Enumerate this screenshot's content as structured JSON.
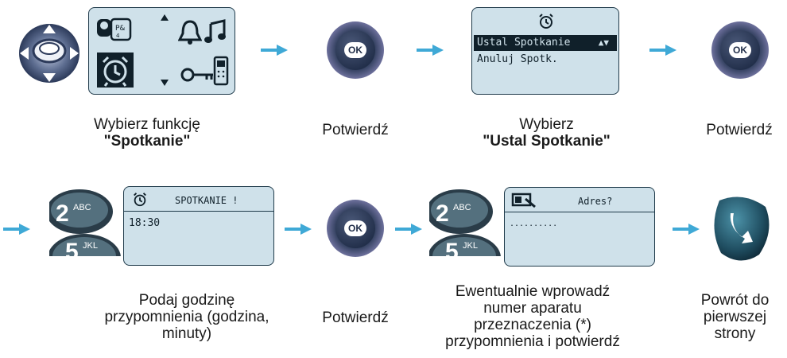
{
  "row1": {
    "menu_screen": {
      "icons": [
        "agenda-icon",
        "calendar-icon",
        "bell-icon",
        "music-icon",
        "alarm-clock-icon",
        "key-phone-icon"
      ]
    },
    "confirm_label": "OK",
    "submenu": {
      "item1": "Ustal Spotkanie",
      "item2": "Anuluj Spotk."
    },
    "captions": {
      "step1_line1": "Wybierz funkcję",
      "step1_bold": "\"Spotkanie\"",
      "step2": "Potwierdź",
      "step3_line1": "Wybierz",
      "step3_bold": "\"Ustal Spotkanie\"",
      "step4": "Potwierdź"
    }
  },
  "row2": {
    "keypad": {
      "key1_digit": "2",
      "key1_letters": "ABC",
      "key2_digit": "5",
      "key2_letters": "JKL"
    },
    "time_screen": {
      "title": "SPOTKANIE !",
      "value": "18:30"
    },
    "address_screen": {
      "title": "Adres?",
      "value": ".........."
    },
    "confirm_label": "OK",
    "captions": {
      "step5_l1": "Podaj godzinę",
      "step5_l2": "przypomnienia (godzina,",
      "step5_l3": "minuty)",
      "step6": "Potwierdź",
      "step7_l1": "Ewentualnie wprowadź",
      "step7_l2": "numer aparatu",
      "step7_l3": "przeznaczenia (*)",
      "step7_l4": "przypomnienia i potwierdź",
      "step8_l1": "Powrót do",
      "step8_l2": "pierwszej",
      "step8_l3": "strony"
    }
  },
  "colors": {
    "arrow": "#3fa9d6",
    "lcd": "#cfe1ea",
    "button": "#2b3a57"
  }
}
